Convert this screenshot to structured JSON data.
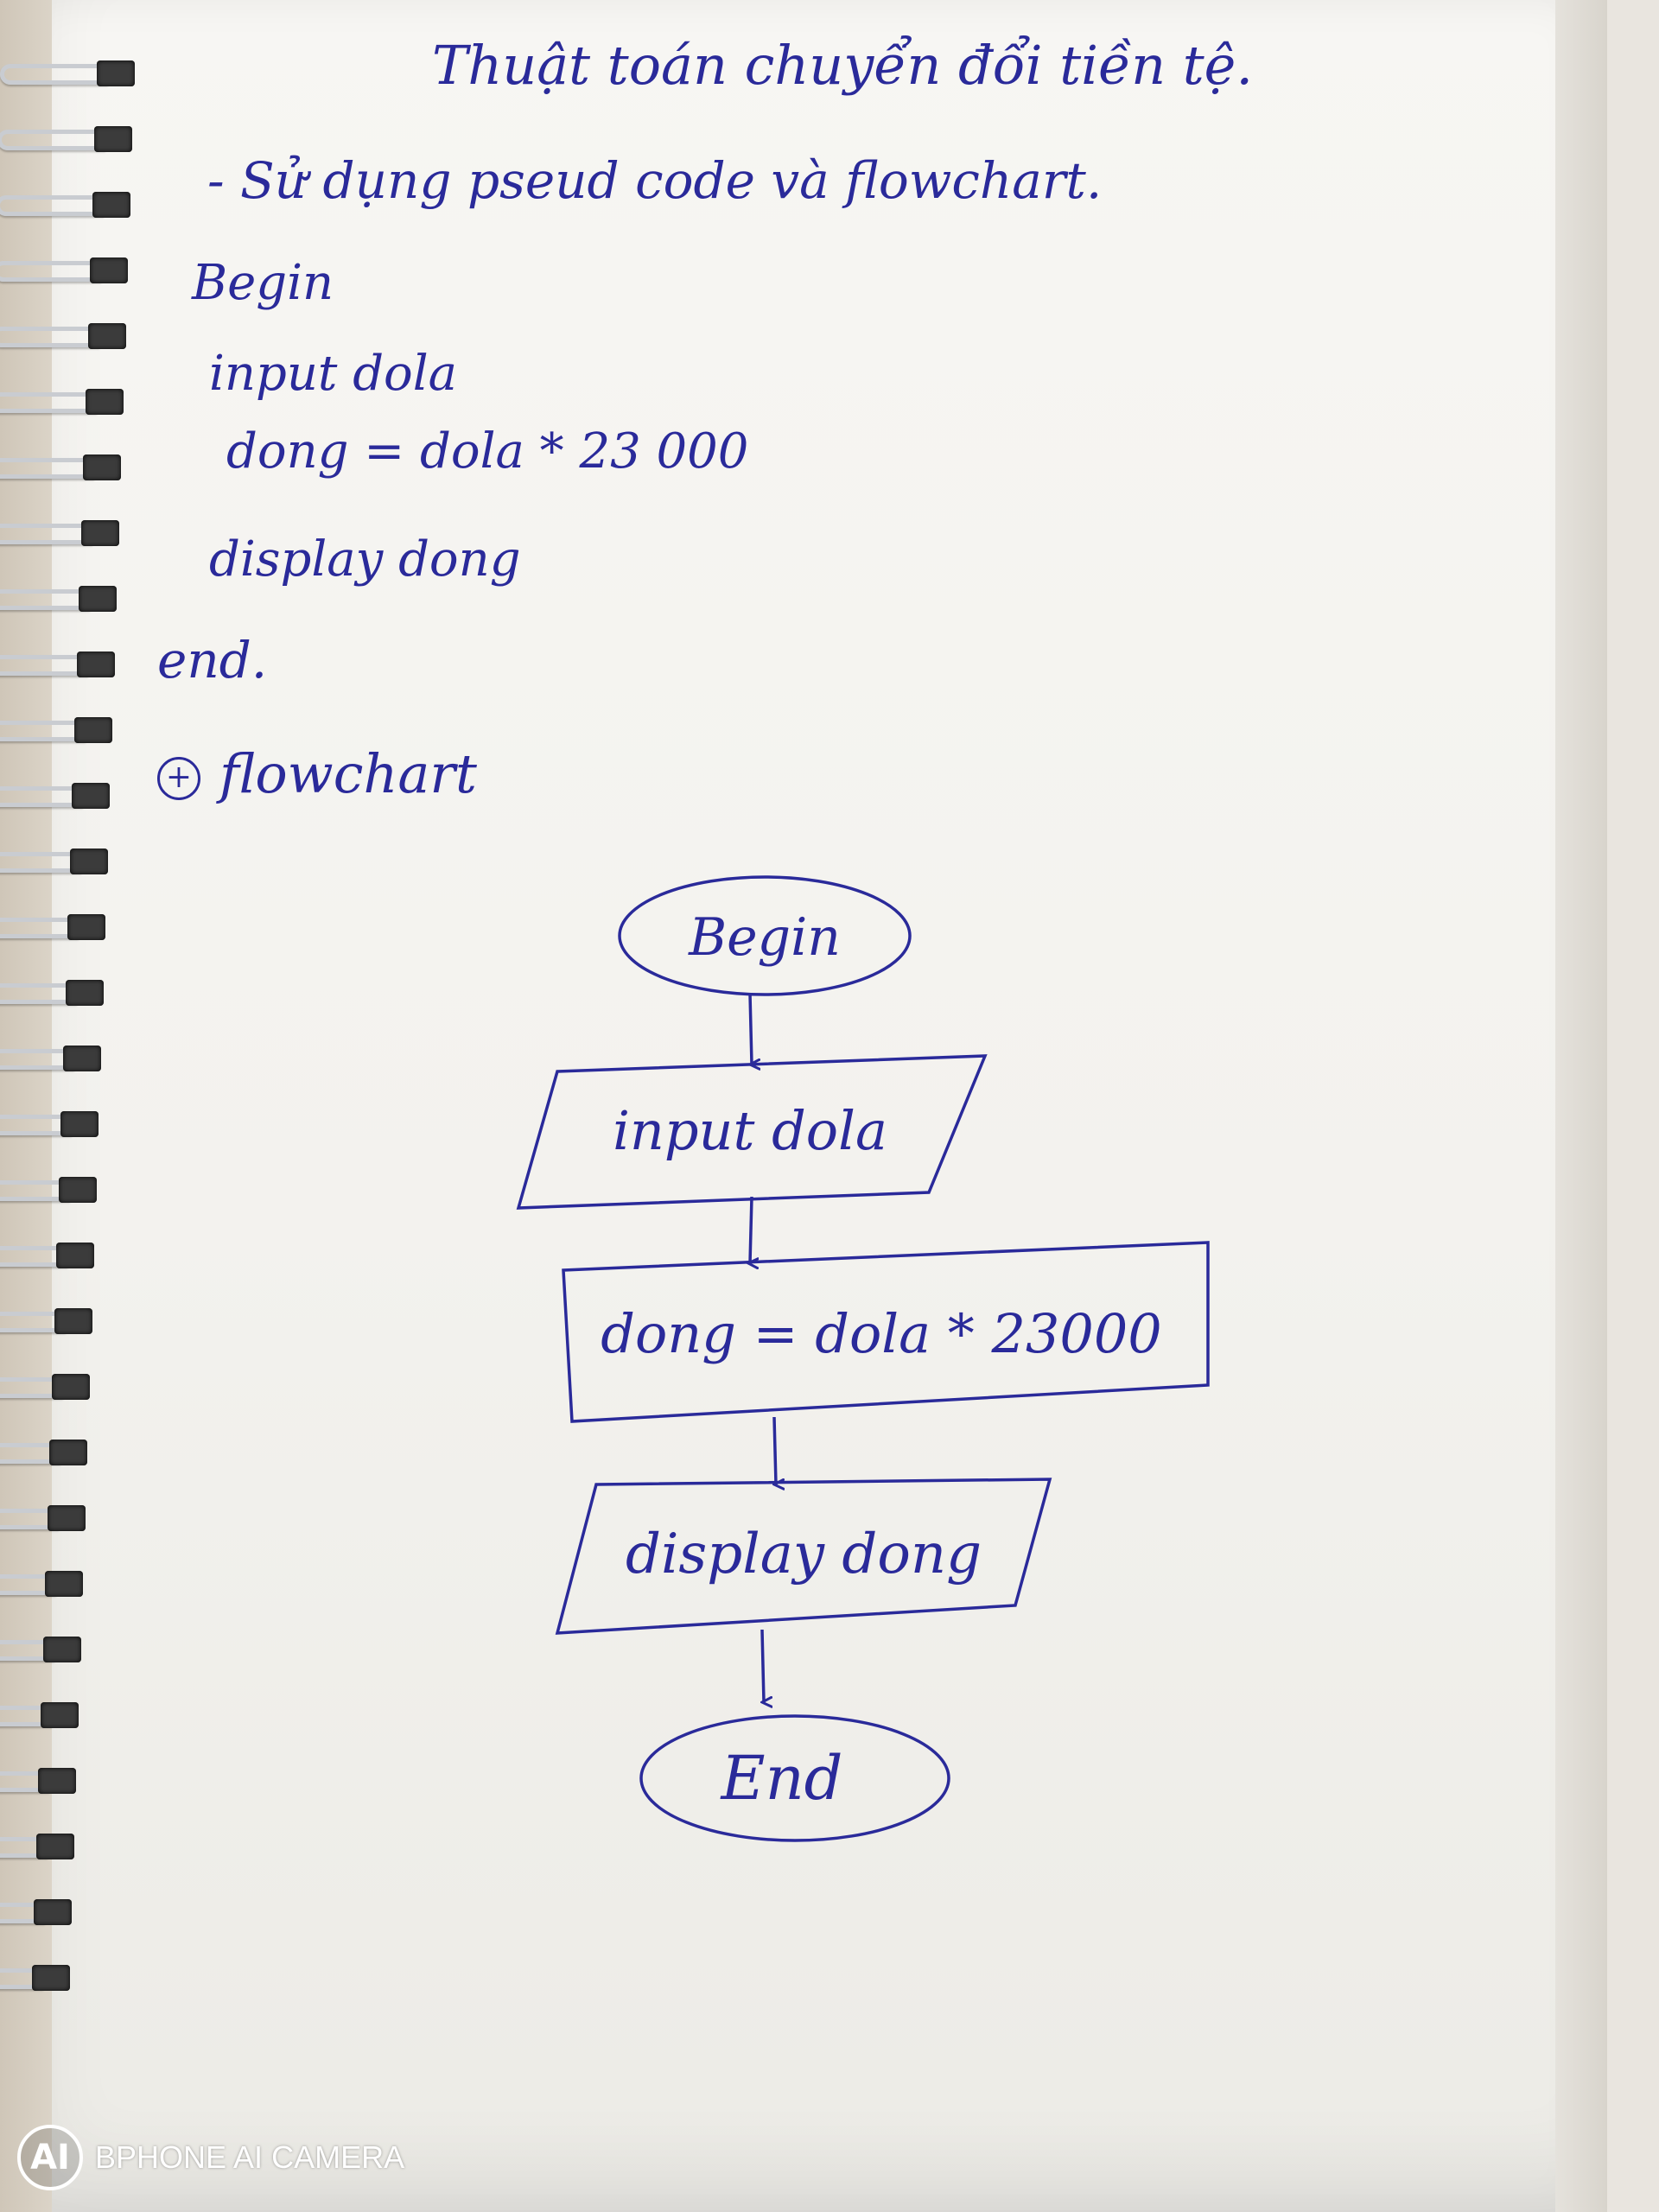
{
  "notes": {
    "title": "Thuật toán chuyển đổi tiền tệ.",
    "subtitle": "- Sử dụng pseud code và flowchart.",
    "pseudocode": {
      "begin": "Begin",
      "input": "input dola",
      "assign": "dong = dola * 23 000",
      "display": "display dong",
      "end": "end."
    },
    "flowchart_heading": "flowchart",
    "flowchart_heading_mark": "+"
  },
  "flowchart": {
    "start": "Begin",
    "input": "input dola",
    "process": "dong = dola * 23000",
    "output": "display dong",
    "stop": "End"
  },
  "watermark": {
    "logo_text": "AI",
    "text": "BPHONE AI CAMERA"
  },
  "colors": {
    "ink": "#2a2a9a",
    "paper": "#f5f4f0"
  }
}
